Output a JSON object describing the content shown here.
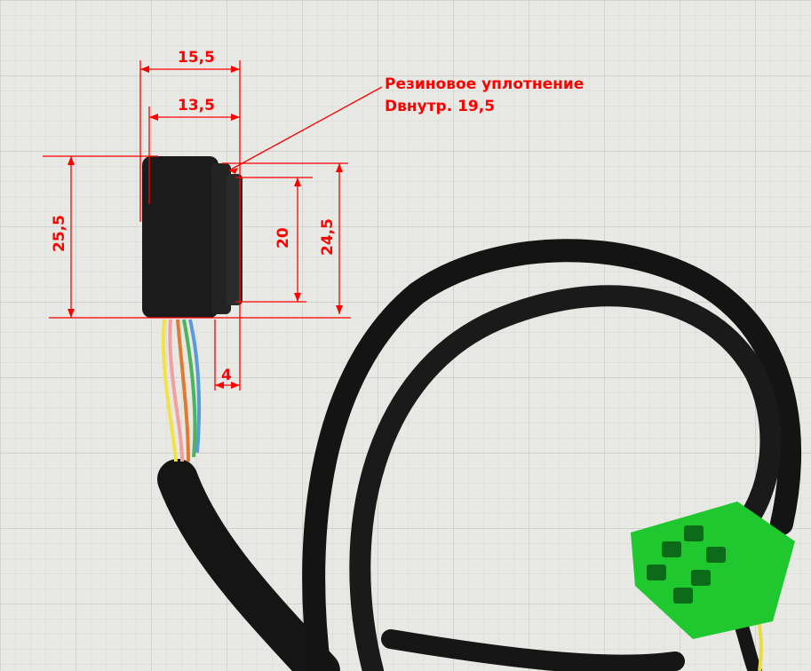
{
  "annotations": {
    "width_outer": "15,5",
    "width_inner": "13,5",
    "height_body": "25,5",
    "height_seal_inner": "20",
    "height_seal_outer": "24,5",
    "seal_thickness": "4",
    "seal_label_line1": "Резиновое уплотнение",
    "seal_label_line2": "Dвнутр. 19,5"
  },
  "colors": {
    "annotation": "#ff0000",
    "connector": "#22cc33",
    "cable": "#111111",
    "paper": "#e6e6e3"
  }
}
